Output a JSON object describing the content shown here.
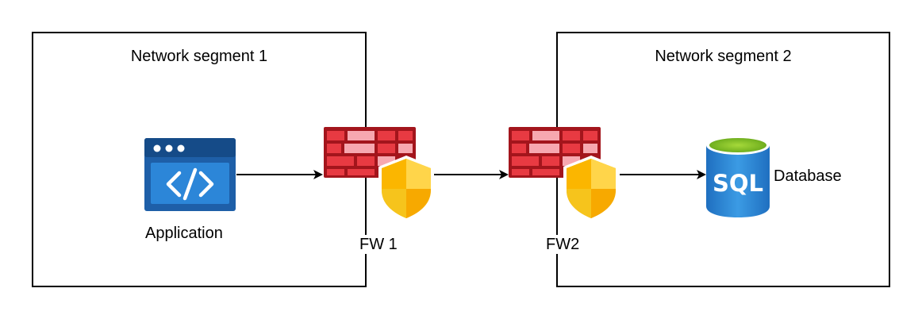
{
  "segments": [
    {
      "title": "Network segment 1",
      "contains": [
        "Application",
        "FW 1"
      ]
    },
    {
      "title": "Network segment 2",
      "contains": [
        "FW2",
        "Database"
      ]
    }
  ],
  "nodes": {
    "application": {
      "label": "Application",
      "icon": "code-window-icon",
      "color": "#1E6FC8"
    },
    "fw1": {
      "label": "FW 1",
      "icon": "firewall-shield-icon",
      "color": "#C8262E"
    },
    "fw2": {
      "label": "FW2",
      "icon": "firewall-shield-icon",
      "color": "#C8262E"
    },
    "database": {
      "label": "Database",
      "icon": "sql-database-icon",
      "icon_text": "SQL",
      "color": "#2B8BD6"
    }
  },
  "edges": [
    {
      "from": "Application",
      "to": "FW 1"
    },
    {
      "from": "FW 1",
      "to": "FW2"
    },
    {
      "from": "FW2",
      "to": "Database"
    }
  ]
}
